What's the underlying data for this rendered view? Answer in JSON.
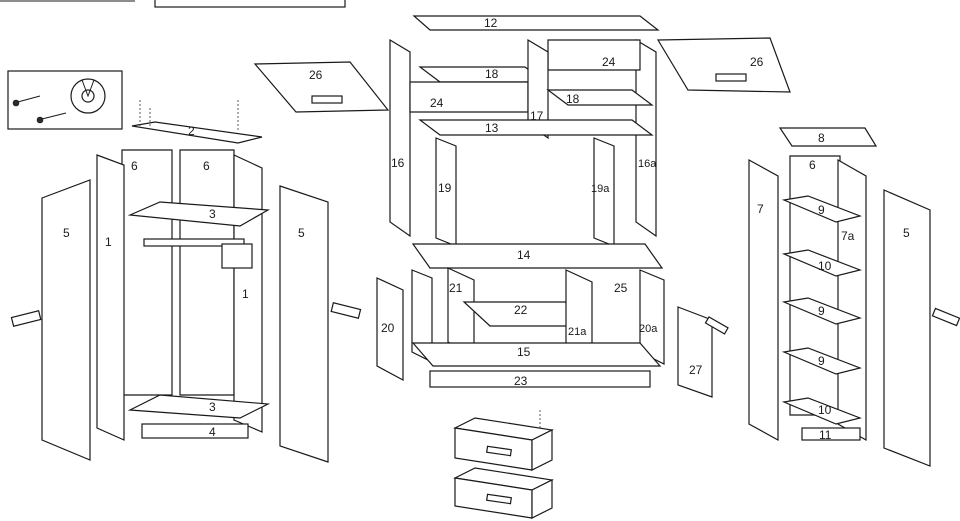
{
  "labels": {
    "p1": "1",
    "p1b": "1",
    "p2": "2",
    "p3a": "3",
    "p3b": "3",
    "p4": "4",
    "p5a": "5",
    "p5b": "5",
    "p5c": "5",
    "p6a": "6",
    "p6b": "6",
    "p6c": "6",
    "p7": "7",
    "p7a": "7a",
    "p8": "8",
    "p9a": "9",
    "p9b": "9",
    "p9c": "9",
    "p10a": "10",
    "p10b": "10",
    "p11": "11",
    "p12": "12",
    "p13": "13",
    "p14": "14",
    "p15": "15",
    "p16": "16",
    "p16a": "16a",
    "p17": "17",
    "p18a": "18",
    "p18b": "18",
    "p19": "19",
    "p19a": "19a",
    "p20": "20",
    "p20a": "20a",
    "p21": "21",
    "p21a": "21a",
    "p22": "22",
    "p23": "23",
    "p24a": "24",
    "p24b": "24",
    "p25": "25",
    "p26a": "26",
    "p26b": "26",
    "p27": "27"
  }
}
